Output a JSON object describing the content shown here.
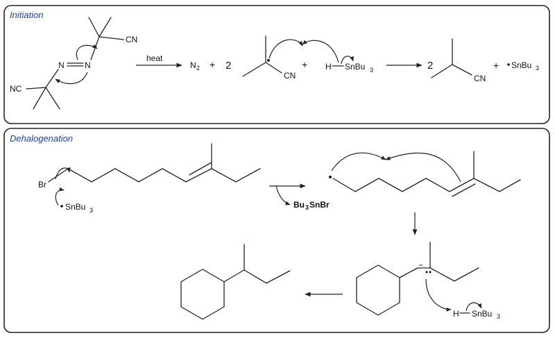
{
  "colors": {
    "title": "#1a3fcf",
    "ink": "#222222"
  },
  "initiation": {
    "title": "Initiation",
    "cn_top": "CN",
    "cn_left": "NC",
    "azo_n1": "N",
    "azo_n2": "N",
    "heat": "heat",
    "n2": "N",
    "n2_sub": "2",
    "plus1": "+",
    "coef1": "2",
    "cn_radical": "CN",
    "plus2": "+",
    "h": "H",
    "snbu": "SnBu",
    "snbu_sub": "3",
    "coef2": "2",
    "cn_product": "CN",
    "plus3": "+",
    "snbu_radical": "SnBu",
    "snbu_radical_sub": "3"
  },
  "dehalogenation": {
    "title": "Dehalogenation",
    "br": "Br",
    "snbu_r": "SnBu",
    "snbu_r_sub": "3",
    "byproduct_a": "Bu",
    "byproduct_sub1": "3",
    "byproduct_b": "SnBr",
    "minus": "−",
    "h": "H",
    "snbu": "SnBu",
    "snbu_sub": "3"
  }
}
